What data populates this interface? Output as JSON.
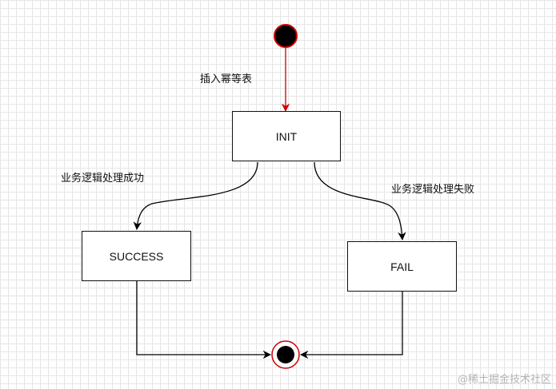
{
  "diagram": {
    "states": {
      "init": "INIT",
      "success": "SUCCESS",
      "fail": "FAIL"
    },
    "edges": {
      "start_to_init": "插入幂等表",
      "init_to_success": "业务逻辑处理成功",
      "init_to_fail": "业务逻辑处理失败"
    }
  },
  "watermark": "@稀土掘金技术社区",
  "colors": {
    "start_node_fill": "#000000",
    "start_node_stroke": "#cc0000",
    "start_arrow": "#cc0000",
    "end_ring": "#cc0000",
    "lines": "#000000"
  }
}
